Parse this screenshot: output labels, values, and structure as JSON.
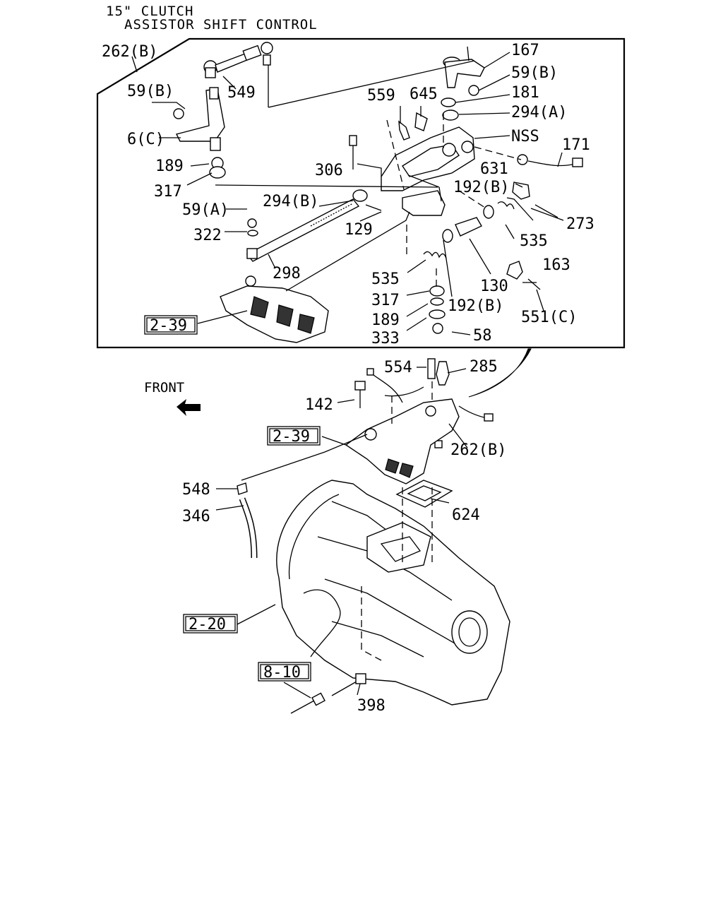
{
  "title": {
    "line1": "15\" CLUTCH",
    "line2": "ASSISTOR SHIFT CONTROL"
  },
  "front_label": "FRONT",
  "callouts": {
    "c262b_top": "262(B)",
    "c167": "167",
    "c59b_r": "59(B)",
    "c549": "549",
    "c59b_l": "59(B)",
    "c559": "559",
    "c645": "645",
    "c181": "181",
    "c294a": "294(A)",
    "c6c": "6(C)",
    "cnss": "NSS",
    "c171": "171",
    "c189_top": "189",
    "c306": "306",
    "c631": "631",
    "c317_top": "317",
    "c294b": "294(B)",
    "c192b_top": "192(B)",
    "c59a": "59(A)",
    "c273": "273",
    "c322": "322",
    "c129": "129",
    "c535_r": "535",
    "c298": "298",
    "c163": "163",
    "c535_c": "535",
    "c130": "130",
    "c317_bot": "317",
    "c192b_bot": "192(B)",
    "c189_bot": "189",
    "c551c": "551(C)",
    "c333": "333",
    "c58": "58",
    "c554": "554",
    "c285": "285",
    "c142": "142",
    "c262b_bot": "262(B)",
    "c548": "548",
    "c624": "624",
    "c346": "346",
    "c398": "398"
  },
  "ref_boxes": {
    "r239_top": "2-39",
    "r239_mid": "2-39",
    "r220": "2-20",
    "r810": "8-10"
  }
}
